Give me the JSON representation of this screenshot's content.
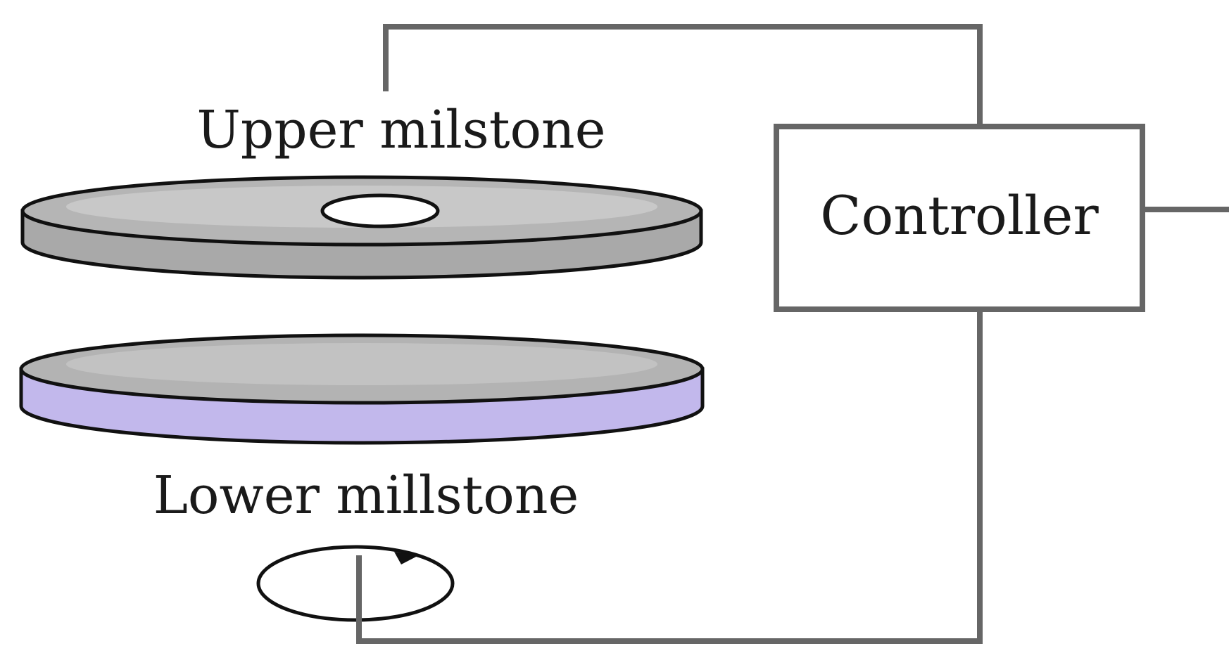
{
  "labels": {
    "upper": "Upper milstone",
    "lower": "Lower millstone",
    "controller": "Controller"
  },
  "colors": {
    "disc_fill": "#a9a9a9",
    "disc_top": "#c8c8c8",
    "lower_side": "#c2b8ec",
    "wire": "#666666",
    "outline": "#111111"
  }
}
